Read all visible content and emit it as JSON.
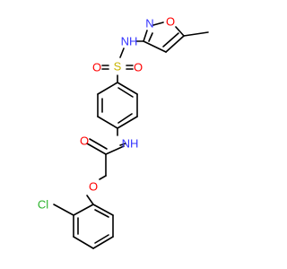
{
  "colors": {
    "bond": "#000000",
    "N": "#3333ff",
    "O": "#ff0000",
    "S": "#c8b400",
    "Cl": "#2bb32b"
  },
  "atom_labels": {
    "sulfonamide_nh": "NH",
    "isoxazole_n": "N",
    "isoxazole_o": "O",
    "sulfur": "S",
    "sulfonyl_o1": "O",
    "sulfonyl_o2": "O",
    "amide_nh": "NH",
    "carbonyl_o": "O",
    "ether_o": "O",
    "chlorine": "Cl"
  }
}
